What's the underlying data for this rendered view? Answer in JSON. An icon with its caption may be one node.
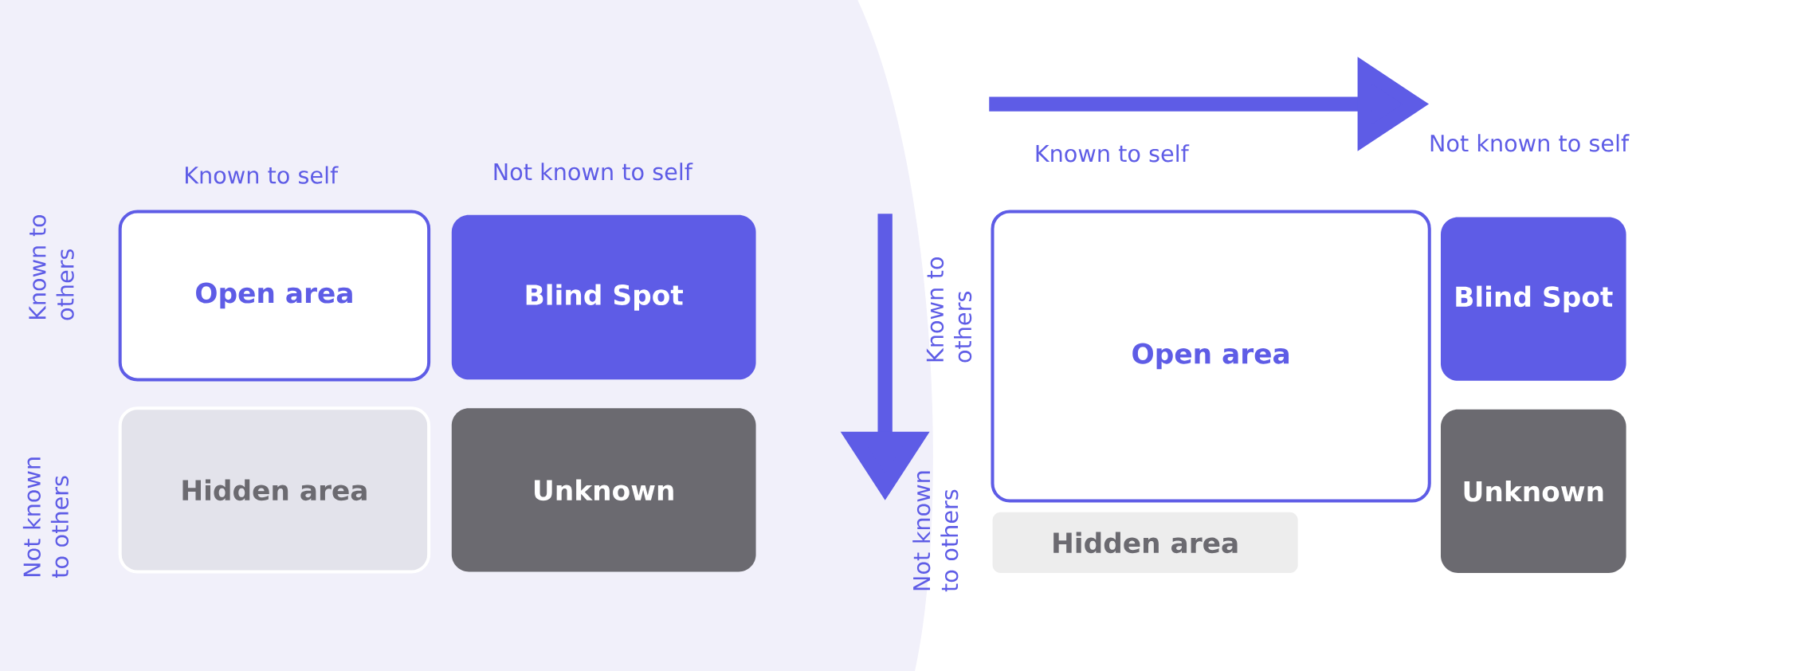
{
  "diagram": {
    "nodes": [
      {
        "text": [
          "Open area"
        ]
      },
      {
        "text": [
          "Blind Spot"
        ]
      },
      {
        "text": [
          "Hidden area"
        ]
      },
      {
        "text": [
          "Unknown"
        ]
      },
      {
        "text": [
          "Open area"
        ]
      },
      {
        "text": [
          "Blind Spot"
        ]
      },
      {
        "text": [
          "Unknown"
        ]
      },
      {
        "text": [
          "Hidden area"
        ]
      }
    ],
    "labels": [
      "Known to self",
      "Not known to self",
      "Known to others",
      "Not known to others",
      "Known to self",
      "Not known to self",
      "Known to others",
      "Not known to others"
    ]
  }
}
